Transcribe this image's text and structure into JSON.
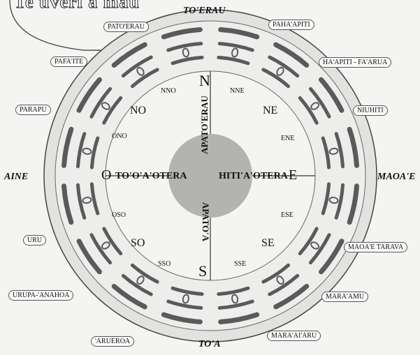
{
  "corner_title": "Te uveri a mau",
  "cardinal_winds": {
    "north": "TO'ERAU",
    "south": "TO'A",
    "west": "AINE",
    "east": "MAOA'E"
  },
  "rim_winds": {
    "pato_erau": "PATO'ERAU",
    "paha_apiti": "PAHA'APITI",
    "pafa_ite": "PAFA'ITE",
    "ha_apiti_fa_arua": "HA'APITI - FA'ARUA",
    "parapu": "PARAPU",
    "niuhiti": "NIUHITI",
    "uru": "URU",
    "maoa_e_tarava": "MAOA'E TARAVA",
    "urupa_anahoa": "URUPA-'ANAHOA",
    "mara_amu": "MARA'AMU",
    "arueroa": "'ARUEROA",
    "mara_ai_aru": "MARA'AI'ARU"
  },
  "compass_points": {
    "N": "N",
    "S": "S",
    "O": "O",
    "E": "E",
    "NO": "NO",
    "NE": "NE",
    "SO": "SO",
    "SE": "SE",
    "NNO": "NNO",
    "NNE": "NNE",
    "ONO": "ONO",
    "ENE": "ENE",
    "OSO": "OSO",
    "ESE": "ESE",
    "SSO": "SSO",
    "SSE": "SSE"
  },
  "directions": {
    "west": "TO'O'A'OTERA",
    "east": "HITI'A'OTERA",
    "north": "APATO'ERAU",
    "south": "APATO'A"
  },
  "colors": {
    "ring": "#e2e2e0",
    "motif": "#5a5a5a",
    "center": "#b3b3b1",
    "text": "#111111"
  }
}
